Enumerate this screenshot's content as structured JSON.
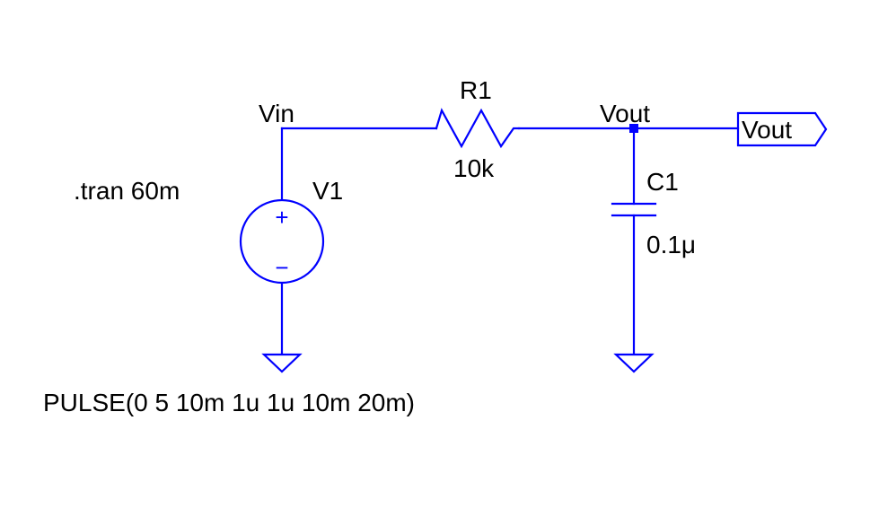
{
  "colors": {
    "wire": "#0000ff",
    "text": "#000000",
    "background": "#ffffff"
  },
  "directive": {
    "text": ".tran 60m"
  },
  "source": {
    "name": "V1",
    "value": "PULSE(0 5 10m 1u 1u 10m 20m)",
    "plus": "+",
    "minus": "−"
  },
  "resistor": {
    "name": "R1",
    "value": "10k"
  },
  "capacitor": {
    "name": "C1",
    "value": "0.1μ"
  },
  "nets": {
    "input": "Vin",
    "output": "Vout"
  },
  "output_flag": {
    "label": "Vout"
  }
}
